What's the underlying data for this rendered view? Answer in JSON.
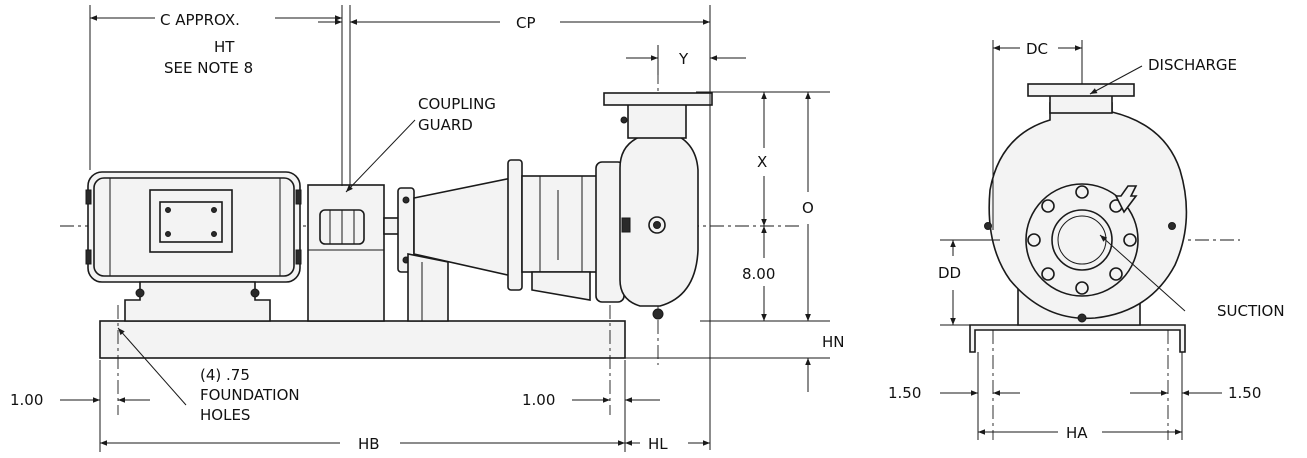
{
  "front_view": {
    "dims": {
      "c_approx": "C APPROX.",
      "ht": "HT",
      "see_note": "SEE NOTE 8",
      "cp": "CP",
      "y": "Y",
      "x": "X",
      "o": "O",
      "height": "8.00",
      "hn": "HN",
      "left_offset": "1.00",
      "right_offset": "1.00",
      "hb": "HB",
      "hl": "HL"
    },
    "callouts": {
      "coupling_guard_1": "COUPLING",
      "coupling_guard_2": "GUARD",
      "holes_1": "(4) .75",
      "holes_2": "FOUNDATION",
      "holes_3": "HOLES"
    }
  },
  "side_view": {
    "dims": {
      "dc": "DC",
      "dd": "DD",
      "left_offset": "1.50",
      "right_offset": "1.50",
      "ha": "HA"
    },
    "callouts": {
      "discharge": "DISCHARGE",
      "suction": "SUCTION"
    }
  }
}
